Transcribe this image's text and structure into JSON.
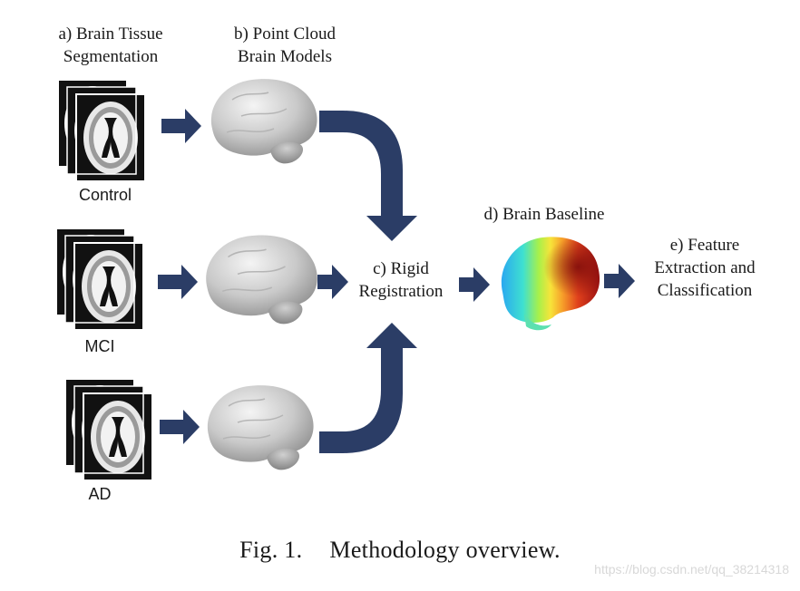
{
  "labels": {
    "step_a": [
      "a) Brain Tissue",
      "Segmentation"
    ],
    "step_b": [
      "b) Point Cloud",
      "Brain Models"
    ],
    "step_c": [
      "c) Rigid",
      "Registration"
    ],
    "step_d": [
      "d) Brain Baseline"
    ],
    "step_e": [
      "e) Feature",
      "Extraction and",
      "Classification"
    ]
  },
  "groups": [
    "Control",
    "MCI",
    "AD"
  ],
  "caption": {
    "number": "Fig. 1.",
    "text": "Methodology overview."
  },
  "watermark": "https://blog.csdn.net/qq_38214318",
  "colors": {
    "arrow": "#2b3d66",
    "slice_bg": "#111111",
    "heatmap_hot": "#b01818",
    "heatmap_cold": "#2aa8f0"
  }
}
